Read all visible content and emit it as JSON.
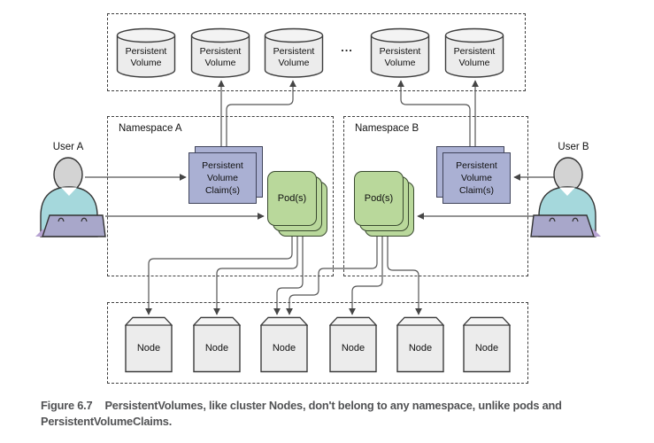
{
  "labels": {
    "pv": "Persistent\nVolume",
    "pvc": "Persistent\nVolume\nClaim(s)",
    "pod": "Pod(s)",
    "node": "Node",
    "namespace_a": "Namespace A",
    "namespace_b": "Namespace B",
    "user_a": "User A",
    "user_b": "User B",
    "ellipsis": "..."
  },
  "caption": {
    "label": "Figure 6.7",
    "text": "PersistentVolumes, like cluster Nodes, don't belong to any namespace, unlike pods and\nPersistentVolumeClaims."
  },
  "structure": {
    "persistent_volumes_visible": 5,
    "nodes_visible": 6,
    "connections": [
      "User A -> Persistent Volume Claim(s) in Namespace A",
      "User A -> Pod(s) in Namespace A",
      "User B -> Persistent Volume Claim(s) in Namespace B",
      "User B -> Pod(s) in Namespace B",
      "PVC (Namespace A) -> Persistent Volume 2",
      "PVC (Namespace A) -> Persistent Volume 3",
      "PVC (Namespace B) -> Persistent Volume 4",
      "PVC (Namespace B) -> Persistent Volume 5",
      "Pod(s) (Namespace A) -> Node 1",
      "Pod(s) (Namespace A) -> Node 2",
      "Pod(s) (Namespace A) -> Node 3",
      "Pod(s) (Namespace B) -> Node 3",
      "Pod(s) (Namespace B) -> Node 4",
      "Pod(s) (Namespace B) -> Node 5"
    ]
  },
  "colors": {
    "pvc_fill": "#aab0d3",
    "pod_fill": "#b9d89b",
    "storage_fill": "#ececec",
    "user_body": "#a5d8dc",
    "user_head": "#d3d3d3",
    "laptop": "#a8a7ca",
    "laptop_shadow": "#b7a3d2",
    "line": "#555555",
    "caption_text": "#515254"
  }
}
